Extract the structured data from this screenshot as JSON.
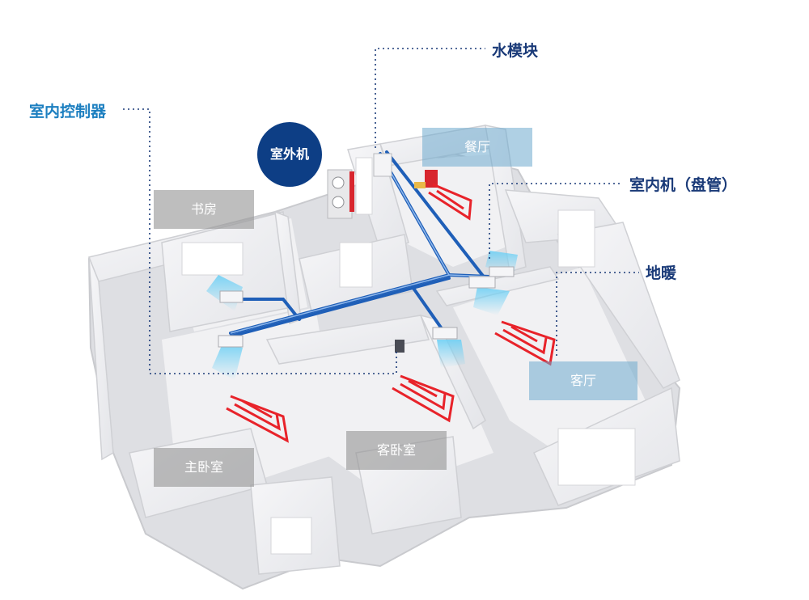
{
  "callouts": {
    "water_module": "水模块",
    "indoor_controller": "室内控制器",
    "indoor_unit_coil": "室内机（盘管）",
    "floor_heating": "地暖",
    "outdoor_unit": "室外机"
  },
  "rooms": {
    "dining": "餐厅",
    "study": "书房",
    "living": "客厅",
    "guest_bedroom": "客卧室",
    "master_bedroom": "主卧室"
  },
  "colors": {
    "callout_blue": "#1c7fc0",
    "callout_dark": "#1a3a78",
    "outdoor_badge": "#0d3e85",
    "pipe_blue": "#1f5fb8",
    "heating_red": "#e8232a",
    "wall": "#ececef"
  }
}
